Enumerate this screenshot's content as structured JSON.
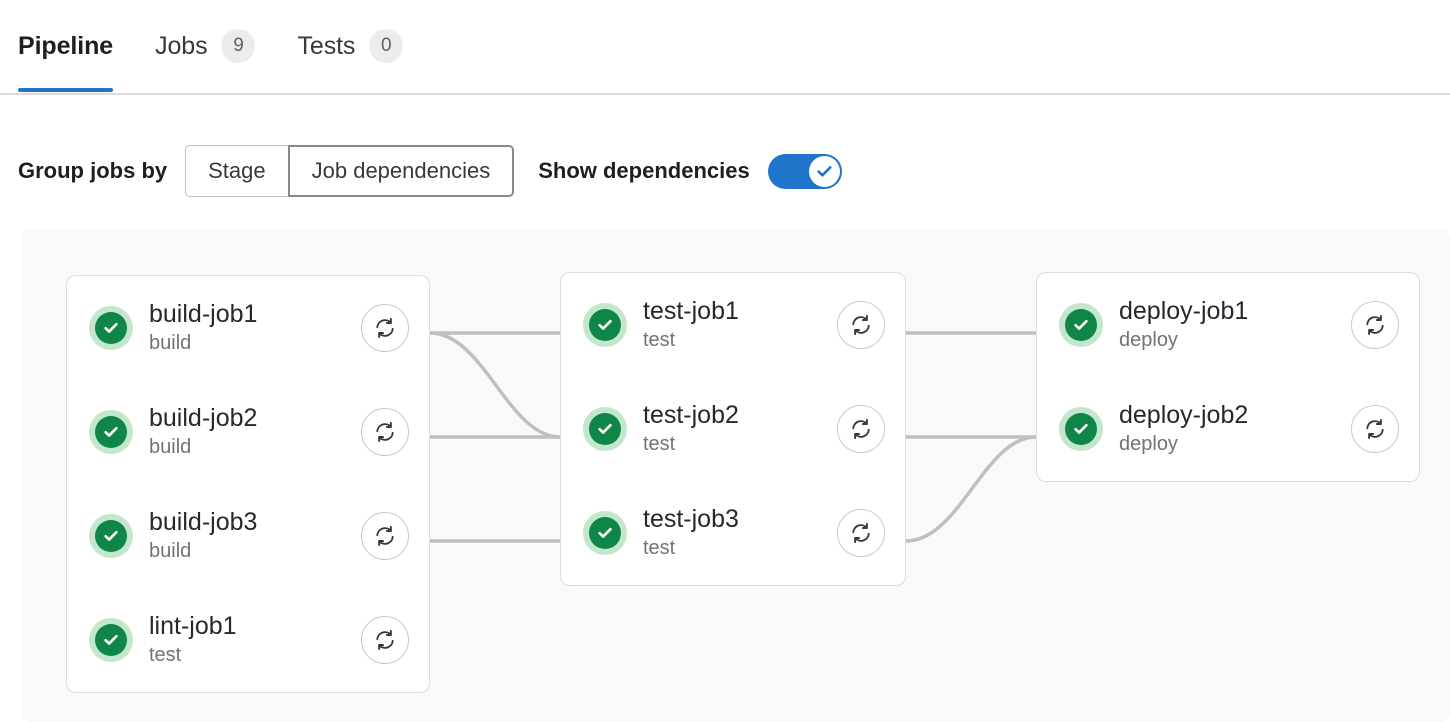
{
  "tabs": [
    {
      "label": "Pipeline",
      "badge": null,
      "active": true
    },
    {
      "label": "Jobs",
      "badge": "9",
      "active": false
    },
    {
      "label": "Tests",
      "badge": "0",
      "active": false
    }
  ],
  "controls": {
    "group_by_label": "Group jobs by",
    "group_by_options": [
      {
        "label": "Stage",
        "selected": false
      },
      {
        "label": "Job dependencies",
        "selected": true
      }
    ],
    "show_dependencies_label": "Show dependencies",
    "show_dependencies_on": true,
    "toggle_icon": "check-icon"
  },
  "colors": {
    "accent": "#1f75cb",
    "success": "#108548",
    "success_halo": "#c3e6cd",
    "edge": "#bfbfc3",
    "graph_bg": "#f9f9fa",
    "badge_bg": "#ececef"
  },
  "graph": {
    "columns": [
      {
        "name": "build-column",
        "jobs": [
          {
            "name": "build-job1",
            "stage": "build",
            "status": "success",
            "status_icon": "check-circle-icon",
            "retry_icon": "retry-icon"
          },
          {
            "name": "build-job2",
            "stage": "build",
            "status": "success",
            "status_icon": "check-circle-icon",
            "retry_icon": "retry-icon"
          },
          {
            "name": "build-job3",
            "stage": "build",
            "status": "success",
            "status_icon": "check-circle-icon",
            "retry_icon": "retry-icon"
          },
          {
            "name": "lint-job1",
            "stage": "test",
            "status": "success",
            "status_icon": "check-circle-icon",
            "retry_icon": "retry-icon"
          }
        ]
      },
      {
        "name": "test-column",
        "jobs": [
          {
            "name": "test-job1",
            "stage": "test",
            "status": "success",
            "status_icon": "check-circle-icon",
            "retry_icon": "retry-icon"
          },
          {
            "name": "test-job2",
            "stage": "test",
            "status": "success",
            "status_icon": "check-circle-icon",
            "retry_icon": "retry-icon"
          },
          {
            "name": "test-job3",
            "stage": "test",
            "status": "success",
            "status_icon": "check-circle-icon",
            "retry_icon": "retry-icon"
          }
        ]
      },
      {
        "name": "deploy-column",
        "jobs": [
          {
            "name": "deploy-job1",
            "stage": "deploy",
            "status": "success",
            "status_icon": "check-circle-icon",
            "retry_icon": "retry-icon"
          },
          {
            "name": "deploy-job2",
            "stage": "deploy",
            "status": "success",
            "status_icon": "check-circle-icon",
            "retry_icon": "retry-icon"
          }
        ]
      }
    ],
    "edges": [
      {
        "from": "build-job1",
        "to": "test-job1"
      },
      {
        "from": "build-job1",
        "to": "test-job2"
      },
      {
        "from": "build-job2",
        "to": "test-job2"
      },
      {
        "from": "build-job3",
        "to": "test-job3"
      },
      {
        "from": "test-job1",
        "to": "deploy-job1"
      },
      {
        "from": "test-job2",
        "to": "deploy-job2"
      },
      {
        "from": "test-job3",
        "to": "deploy-job2"
      }
    ]
  }
}
